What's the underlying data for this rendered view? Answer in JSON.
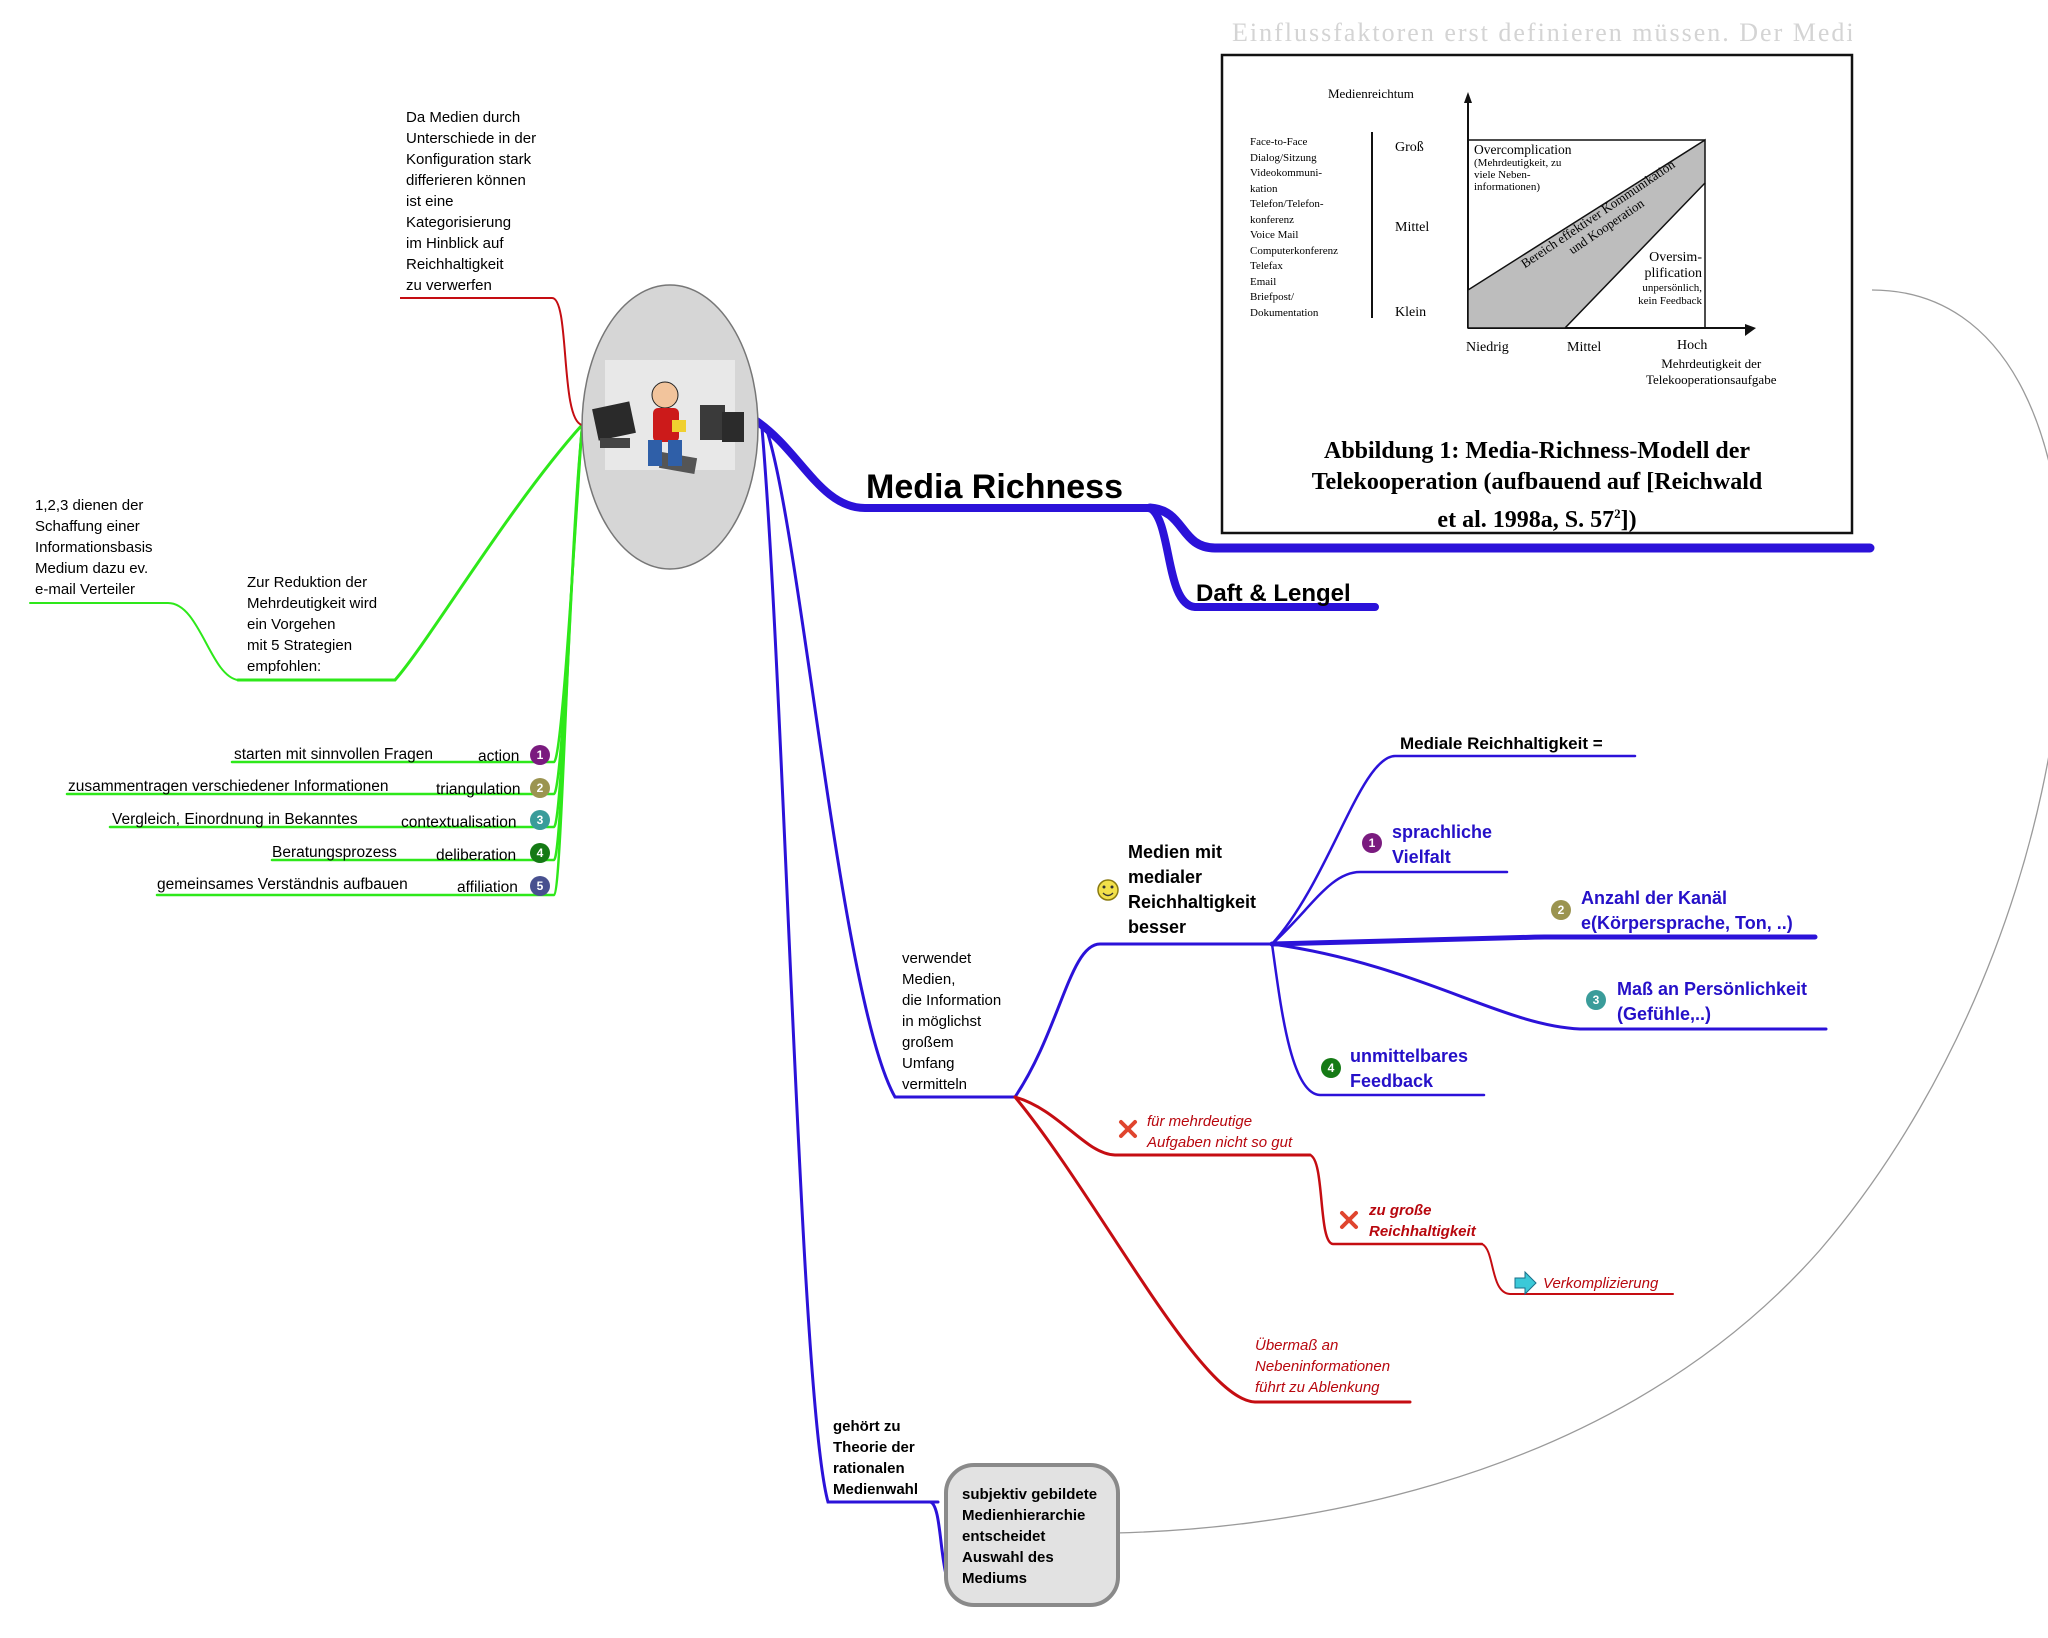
{
  "colors": {
    "blue": "#2b12d9",
    "green": "#2ee81a",
    "red": "#c50d12",
    "purple_text": "#2510c8",
    "badge_1": "#7a1b7f",
    "badge_2": "#9b9450",
    "badge_3": "#3a9c9a",
    "badge_4": "#157a15",
    "badge_5": "#48508f"
  },
  "central": {
    "title": "Media Richness",
    "image_icon": "person-with-computers-clipart"
  },
  "daft": "Daft & Lengel",
  "left": {
    "da_medien": [
      "Da Medien durch",
      "Unterschiede in der",
      "Konfiguration stark",
      "differieren können",
      "ist eine",
      "Kategorisierung",
      "im Hinblick auf",
      "Reichhaltigkeit",
      "zu verwerfen"
    ],
    "reduktion": [
      "Zur Reduktion der",
      "Mehrdeutigkeit wird",
      "ein Vorgehen",
      "mit 5 Strategien",
      "empfohlen:"
    ],
    "infobasis": [
      "1,2,3 dienen der",
      "Schaffung einer",
      "Informationsbasis",
      "Medium dazu ev.",
      "e-mail Verteiler"
    ],
    "strategies": [
      {
        "label": "action",
        "desc": "starten  mit sinnvollen Fragen",
        "num": "1"
      },
      {
        "label": "triangulation",
        "desc": "zusammentragen verschiedener Informationen",
        "num": "2"
      },
      {
        "label": "contextualisation",
        "desc": "Vergleich, Einordnung in Bekanntes",
        "num": "3"
      },
      {
        "label": "deliberation",
        "desc": "Beratungsprozess",
        "num": "4"
      },
      {
        "label": "affiliation",
        "desc": "gemeinsames Verständnis aufbauen",
        "num": "5"
      }
    ]
  },
  "right": {
    "verwendet": [
      "verwendet",
      "Medien,",
      "die Information",
      "in möglichst",
      "großem",
      "Umfang",
      "vermitteln"
    ],
    "medien_mit": [
      "Medien mit",
      "medialer",
      "Reichhaltigkeit",
      "besser"
    ],
    "mediale": "Mediale Reichhaltigkeit =",
    "sprachliche": [
      "sprachliche",
      "Vielfalt"
    ],
    "anzahl": [
      "Anzahl der Kanäl",
      "e(Körpersprache, Ton, ..)"
    ],
    "mass": [
      "Maß an Persönlichkeit",
      "(Gefühle,..)"
    ],
    "feedback": [
      "unmittelbares",
      "Feedback"
    ],
    "mehrdeutige": [
      "für mehrdeutige",
      "Aufgaben nicht so gut"
    ],
    "zu_grosse": [
      "zu große",
      "Reichhaltigkeit"
    ],
    "verkomplizierung": "Verkomplizierung",
    "uebermass": [
      "Übermaß an",
      "Nebeninformationen",
      "führt zu Ablenkung"
    ],
    "gehoert": [
      "gehört zu",
      "Theorie der",
      "rationalen",
      "Medienwahl"
    ],
    "subjektiv": [
      "subjektiv gebildete",
      "Medienhierarchie",
      "entscheidet",
      "Auswahl des",
      "Mediums"
    ]
  },
  "figure": {
    "header_fragment": "Einflussfaktoren erst definieren müssen. Der Media",
    "y_axis_title": "Medienreichtum",
    "media_list": [
      "Face-to-Face",
      "Dialog/Sitzung",
      "Videokommuni-",
      "kation",
      "Telefon/Telefon-",
      "konferenz",
      "Voice Mail",
      "Computerkonferenz",
      "Telefax",
      "Email",
      "Briefpost/",
      "Dokumentation"
    ],
    "y_levels": [
      "Groß",
      "Mittel",
      "Klein"
    ],
    "x_levels": [
      "Niedrig",
      "Mittel",
      "Hoch"
    ],
    "x_axis_title": [
      "Mehrdeutigkeit der",
      "Telekooperationsaufgabe"
    ],
    "overcomplication": [
      "Overcomplication",
      "(Mehrdeutigkeit, zu",
      "viele Neben-",
      "informationen)"
    ],
    "band": [
      "Bereich effektiver Kommunikation",
      "und Kooperation"
    ],
    "oversimplification": [
      "Oversim-",
      "plification",
      "unpersönlich,",
      "kein Feedback"
    ],
    "caption": [
      "Abbildung 1: Media-Richness-Modell der",
      "Telekooperation (aufbauend auf [Reichwald",
      "et al. 1998a, S. 57",
      "2",
      "])"
    ]
  }
}
